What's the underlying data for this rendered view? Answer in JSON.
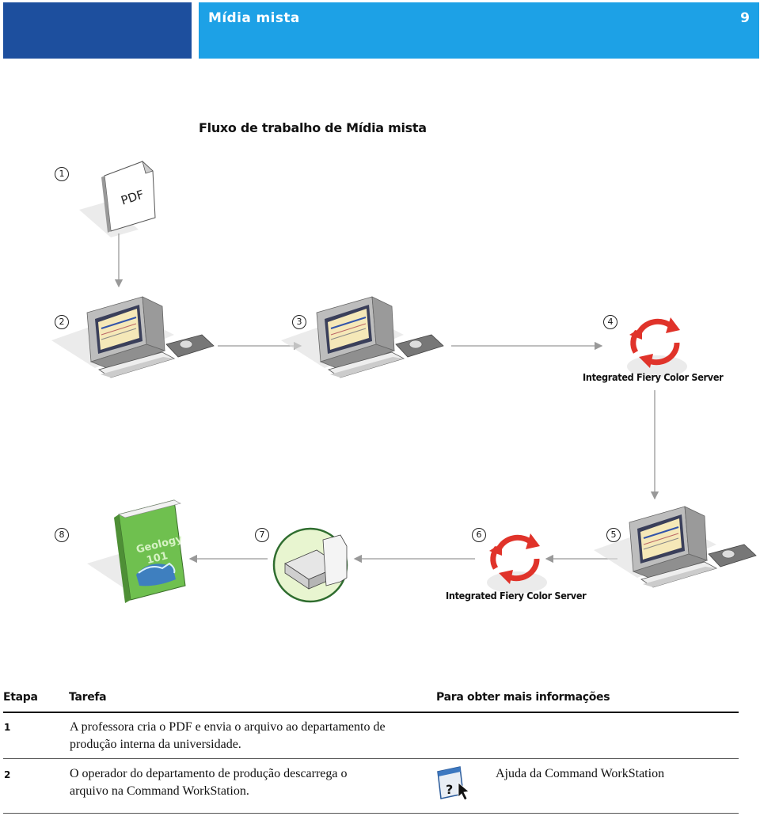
{
  "header": {
    "title": "Mídia mista",
    "page_number": "9"
  },
  "figure": {
    "title": "Fluxo de trabalho de Mídia mista",
    "steps": [
      "1",
      "2",
      "3",
      "4",
      "5",
      "6",
      "7",
      "8"
    ],
    "pdf_label": "PDF",
    "server_label_top": "Integrated Fiery Color Server",
    "server_label_bottom": "Integrated Fiery Color Server",
    "book_text_line1": "Geology",
    "book_text_line2": "101"
  },
  "table": {
    "headers": {
      "step": "Etapa",
      "task": "Tarefa",
      "info": "Para obter mais informações"
    },
    "rows": [
      {
        "step": "1",
        "task_line1": "A professora cria o PDF e envia o arquivo ao departamento de",
        "task_line2": "produção interna da universidade.",
        "info": ""
      },
      {
        "step": "2",
        "task_line1": "O operador do departamento de produção descarrega o",
        "task_line2": "arquivo na Command WorkStation.",
        "info": "Ajuda da Command WorkStation",
        "info_icon": "help-icon"
      }
    ]
  },
  "colors": {
    "header_dark": "#1d4f9e",
    "header_light": "#1da1e6",
    "cycle_red": "#e0332a"
  }
}
